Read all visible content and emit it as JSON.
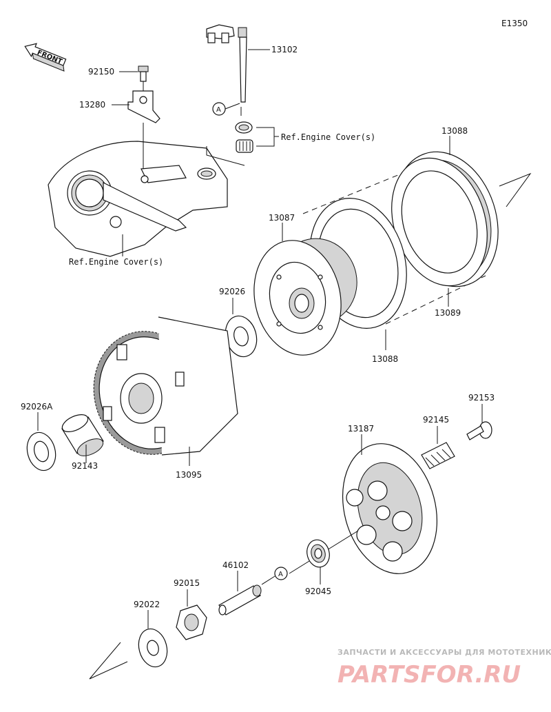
{
  "diagram_code": "E1350",
  "front_label": "FRONT",
  "ref_label_upper": "Ref.Engine Cover(s)",
  "ref_label_lower": "Ref.Engine Cover(s)",
  "callout_a": "A",
  "parts": {
    "p13102": "13102",
    "p92150": "92150",
    "p13280": "13280",
    "p13088_top": "13088",
    "p13087": "13087",
    "p92026": "92026",
    "p13089": "13089",
    "p13088_bottom": "13088",
    "p92026A": "92026A",
    "p92143": "92143",
    "p13095": "13095",
    "p92153": "92153",
    "p92145": "92145",
    "p13187": "13187",
    "p46102": "46102",
    "p92015": "92015",
    "p92045": "92045",
    "p92022": "92022"
  },
  "watermark": {
    "line1": "ЗАПЧАСТИ И АКСЕССУАРЫ ДЛЯ МОТОТЕХНИКИ",
    "line2": "PARTSFOR.RU"
  }
}
